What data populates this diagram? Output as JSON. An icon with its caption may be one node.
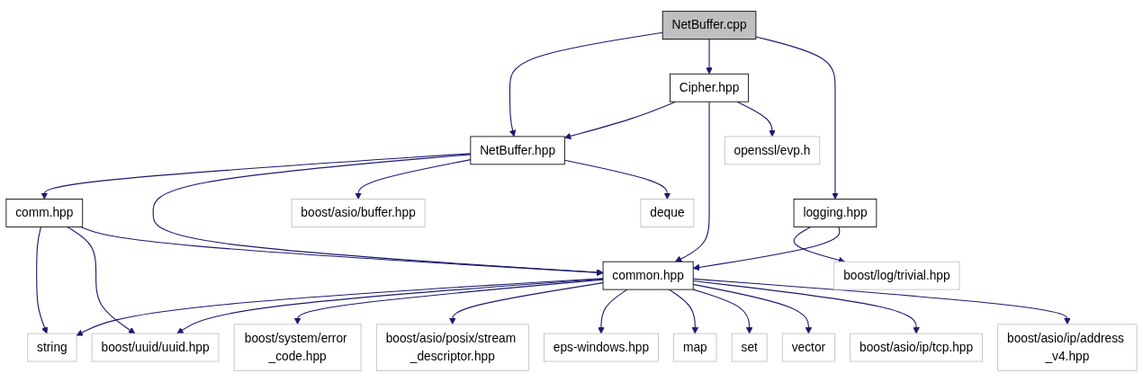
{
  "diagram": {
    "nodes": [
      {
        "text": [
          "NetBuffer.cpp"
        ]
      },
      {
        "text": [
          "NetBuffer.hpp"
        ]
      },
      {
        "text": [
          "Cipher.hpp"
        ]
      },
      {
        "text": [
          "logging.hpp"
        ]
      },
      {
        "text": [
          "openssl/evp.h"
        ]
      },
      {
        "text": [
          "boost/log/trivial.hpp"
        ]
      },
      {
        "text": [
          "comm.hpp"
        ]
      },
      {
        "text": [
          "boost/asio/buffer.hpp"
        ]
      },
      {
        "text": [
          "deque"
        ]
      },
      {
        "text": [
          "common.hpp"
        ]
      },
      {
        "text": [
          "string"
        ]
      },
      {
        "text": [
          "boost/uuid/uuid.hpp"
        ]
      },
      {
        "text": [
          "boost/system/error _code.hpp"
        ]
      },
      {
        "text": [
          "boost/asio/posix/stream _descriptor.hpp"
        ]
      },
      {
        "text": [
          "eps-windows.hpp"
        ]
      },
      {
        "text": [
          "map"
        ]
      },
      {
        "text": [
          "set"
        ]
      },
      {
        "text": [
          "vector"
        ]
      },
      {
        "text": [
          "boost/asio/ip/tcp.hpp"
        ]
      },
      {
        "text": [
          "boost/asio/ip/address _v4.hpp"
        ]
      }
    ],
    "edges": [
      {
        "from": 0,
        "to": 1,
        "arrow": "to"
      },
      {
        "from": 0,
        "to": 2,
        "arrow": "to"
      },
      {
        "from": 0,
        "to": 3,
        "arrow": "to"
      },
      {
        "from": 2,
        "to": 1,
        "arrow": "to"
      },
      {
        "from": 2,
        "to": 9,
        "arrow": "to"
      },
      {
        "from": 2,
        "to": 4,
        "arrow": "to"
      },
      {
        "from": 3,
        "to": 5,
        "arrow": "to"
      },
      {
        "from": 3,
        "to": 9,
        "arrow": "to"
      },
      {
        "from": 1,
        "to": 6,
        "arrow": "to"
      },
      {
        "from": 1,
        "to": 9,
        "arrow": "to"
      },
      {
        "from": 1,
        "to": 7,
        "arrow": "to"
      },
      {
        "from": 1,
        "to": 8,
        "arrow": "to"
      },
      {
        "from": 6,
        "to": 10,
        "arrow": "to"
      },
      {
        "from": 6,
        "to": 11,
        "arrow": "to"
      },
      {
        "from": 6,
        "to": 9,
        "arrow": "to"
      },
      {
        "from": 9,
        "to": 10,
        "arrow": "to"
      },
      {
        "from": 9,
        "to": 11,
        "arrow": "to"
      },
      {
        "from": 9,
        "to": 12,
        "arrow": "to"
      },
      {
        "from": 9,
        "to": 13,
        "arrow": "to"
      },
      {
        "from": 9,
        "to": 14,
        "arrow": "to"
      },
      {
        "from": 9,
        "to": 15,
        "arrow": "to"
      },
      {
        "from": 9,
        "to": 16,
        "arrow": "to"
      },
      {
        "from": 9,
        "to": 17,
        "arrow": "to"
      },
      {
        "from": 9,
        "to": 18,
        "arrow": "to"
      },
      {
        "from": 9,
        "to": 19,
        "arrow": "to"
      }
    ]
  }
}
